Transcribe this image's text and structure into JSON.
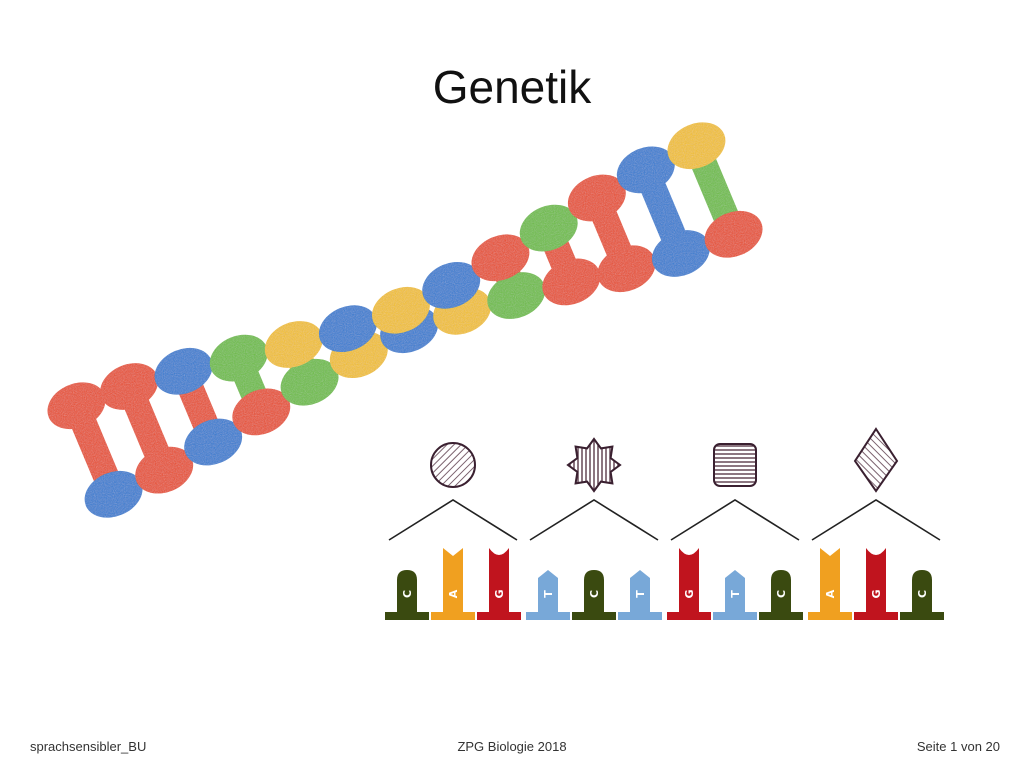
{
  "slide": {
    "title": "Genetik"
  },
  "footer": {
    "left": "sprachsensibler_BU",
    "center": "ZPG Biologie 2018",
    "right": "Seite 1 von 20"
  },
  "colors": {
    "C": "#3a4a10",
    "A": "#f0a020",
    "G": "#c0141e",
    "T": "#78a8d8",
    "foam_blue": "#2a7cd4",
    "foam_red": "#ec4a22",
    "foam_green": "#6cc040",
    "foam_yellow": "#f6c21c"
  },
  "codons": [
    {
      "symbol": "circle-icon",
      "bases": [
        "C",
        "A",
        "G"
      ]
    },
    {
      "symbol": "star-icon",
      "bases": [
        "T",
        "C",
        "T"
      ]
    },
    {
      "symbol": "square-icon",
      "bases": [
        "G",
        "T",
        "C"
      ]
    },
    {
      "symbol": "diamond-icon",
      "bases": [
        "A",
        "G",
        "C"
      ]
    }
  ]
}
